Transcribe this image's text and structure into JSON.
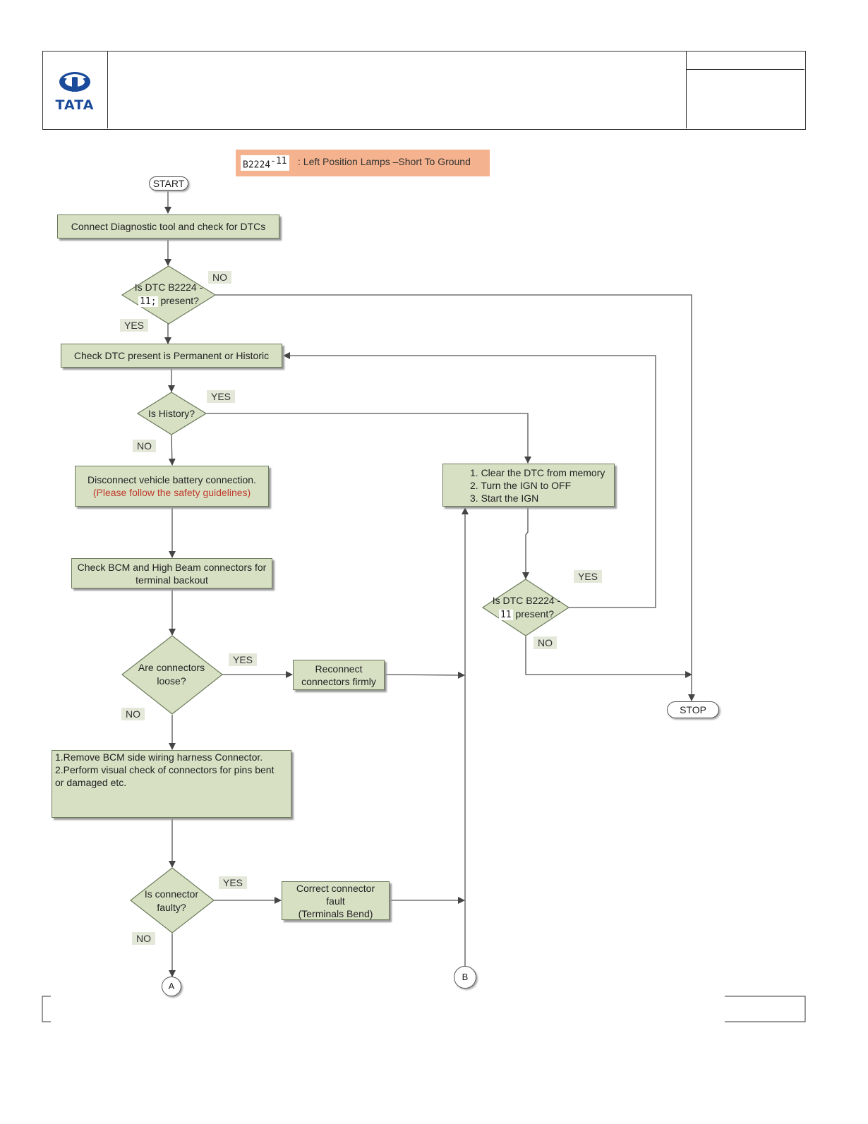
{
  "header": {
    "logo_text": "TATA"
  },
  "title": {
    "code_main": "B2224",
    "code_sub": "-11",
    "text": ": Left Position Lamps –Short To Ground"
  },
  "terminals": {
    "start": "START",
    "stop": "STOP"
  },
  "boxes": {
    "connect_tool": "Connect Diagnostic tool and check for DTCs",
    "check_permanent": "Check DTC present is Permanent or Historic",
    "disconnect_line1": "Disconnect vehicle battery connection.",
    "disconnect_line2": "(Please follow the safety guidelines)",
    "check_bcm_line1": "Check  BCM and High Beam connectors for",
    "check_bcm_line2": "terminal backout",
    "clear_dtc_line1": "1. Clear the DTC from memory",
    "clear_dtc_line2": "2. Turn the IGN to OFF",
    "clear_dtc_line3": "3. Start the IGN",
    "reconnect_line1": "Reconnect",
    "reconnect_line2": "connectors firmly",
    "remove_bcm_line1": "1.Remove BCM side wiring harness Connector.",
    "remove_bcm_line2": "2.Perform visual check of connectors for pins bent",
    "remove_bcm_line3": "or damaged etc.",
    "correct_line1": "Correct connector",
    "correct_line2": "fault",
    "correct_line3": "(Terminals Bend)"
  },
  "decisions": {
    "dtc_present_1_line1": "Is DTC B2224 -",
    "dtc_present_1_code": "11;",
    "dtc_present_1_line2": "present?",
    "is_history": "Is History?",
    "dtc_present_2_line1": "Is DTC B2224 -",
    "dtc_present_2_code": "11",
    "dtc_present_2_line2": "present?",
    "connectors_loose_line1": "Are connectors",
    "connectors_loose_line2": "loose?",
    "connector_faulty_line1": "Is connector",
    "connector_faulty_line2": "faulty?"
  },
  "labels": {
    "yes": "YES",
    "no": "NO"
  },
  "connectors": {
    "a": "A",
    "b": "B"
  },
  "colors": {
    "box_fill": "#d8e0c4",
    "banner_fill": "#f4b28e",
    "logo_blue": "#1a4a9a",
    "warning_red": "#c0392b"
  }
}
